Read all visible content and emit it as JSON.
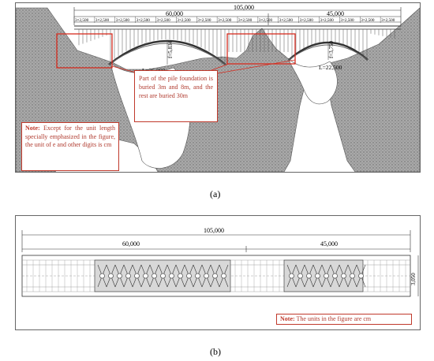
{
  "panel_a": {
    "total_span": "105,000",
    "left_span": "60,000",
    "right_span": "45,000",
    "bay_label": "3×2,500",
    "bay_count": 16,
    "arch_left_rise": "f=5,834",
    "arch_left_span": "L=35,000",
    "arch_right_rise": "f=3,750",
    "arch_right_span": "L=22,500",
    "pile_note": "Part of the pile foundation is buried 3m and 8m, and the rest are buried 30m",
    "note_label": "Note:",
    "note_text": "Except for the unit length specially emphasized in the figure, the unit of e and other digits is cm",
    "caption": "(a)"
  },
  "panel_b": {
    "total_span": "105,000",
    "left_span": "60,000",
    "right_span": "45,000",
    "width_dim": "3,050",
    "note_label": "Note:",
    "note_text": "The units in the figure are cm",
    "caption": "(b)"
  },
  "colors": {
    "terrain": "#9a9a9a",
    "highlight_box": "#d62c1f",
    "note_text": "#b03a2e",
    "line": "#333333"
  }
}
